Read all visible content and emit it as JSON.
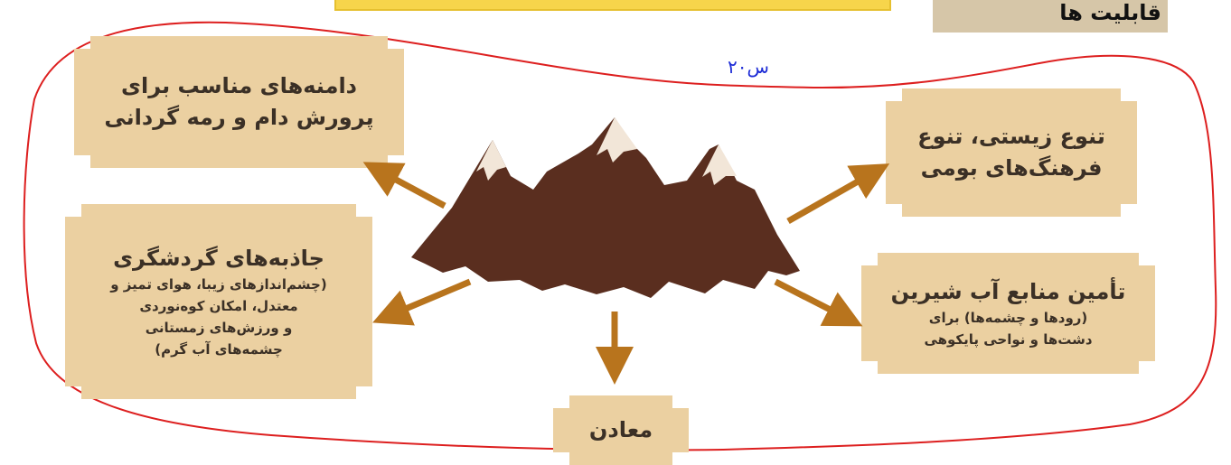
{
  "header": {
    "title": "قابلیت ها",
    "page_ref": "س۲۰"
  },
  "center": {
    "icon": "mountains-icon"
  },
  "cards": {
    "pastures": {
      "lines": [
        "دامنه‌های مناسب برای",
        "پرورش دام و رمه گردانی"
      ]
    },
    "biodiversity": {
      "lines": [
        "تنوع زیستی، تنوع",
        "فرهنگ‌های بومی"
      ]
    },
    "tourism": {
      "title": "جاذبه‌های گردشگری",
      "details": [
        "(چشم‌اندازهای زیبا، هوای تمیز و",
        "معتدل، امکان کوه‌نوردی",
        "و ورزش‌های زمستانی",
        "چشمه‌های آب گرم)"
      ]
    },
    "freshwater": {
      "title": "تأمین منابع آب شیرین",
      "details": [
        "(رودها و چشمه‌ها) برای",
        "دشت‌ها و نواحی پایکوهی"
      ]
    },
    "mines": {
      "label": "معادن"
    }
  },
  "colors": {
    "card": "#ebd0a1",
    "arrow": "#b8741d",
    "mountain": "#5a2e1f",
    "annotation": "#dd1f1f"
  }
}
